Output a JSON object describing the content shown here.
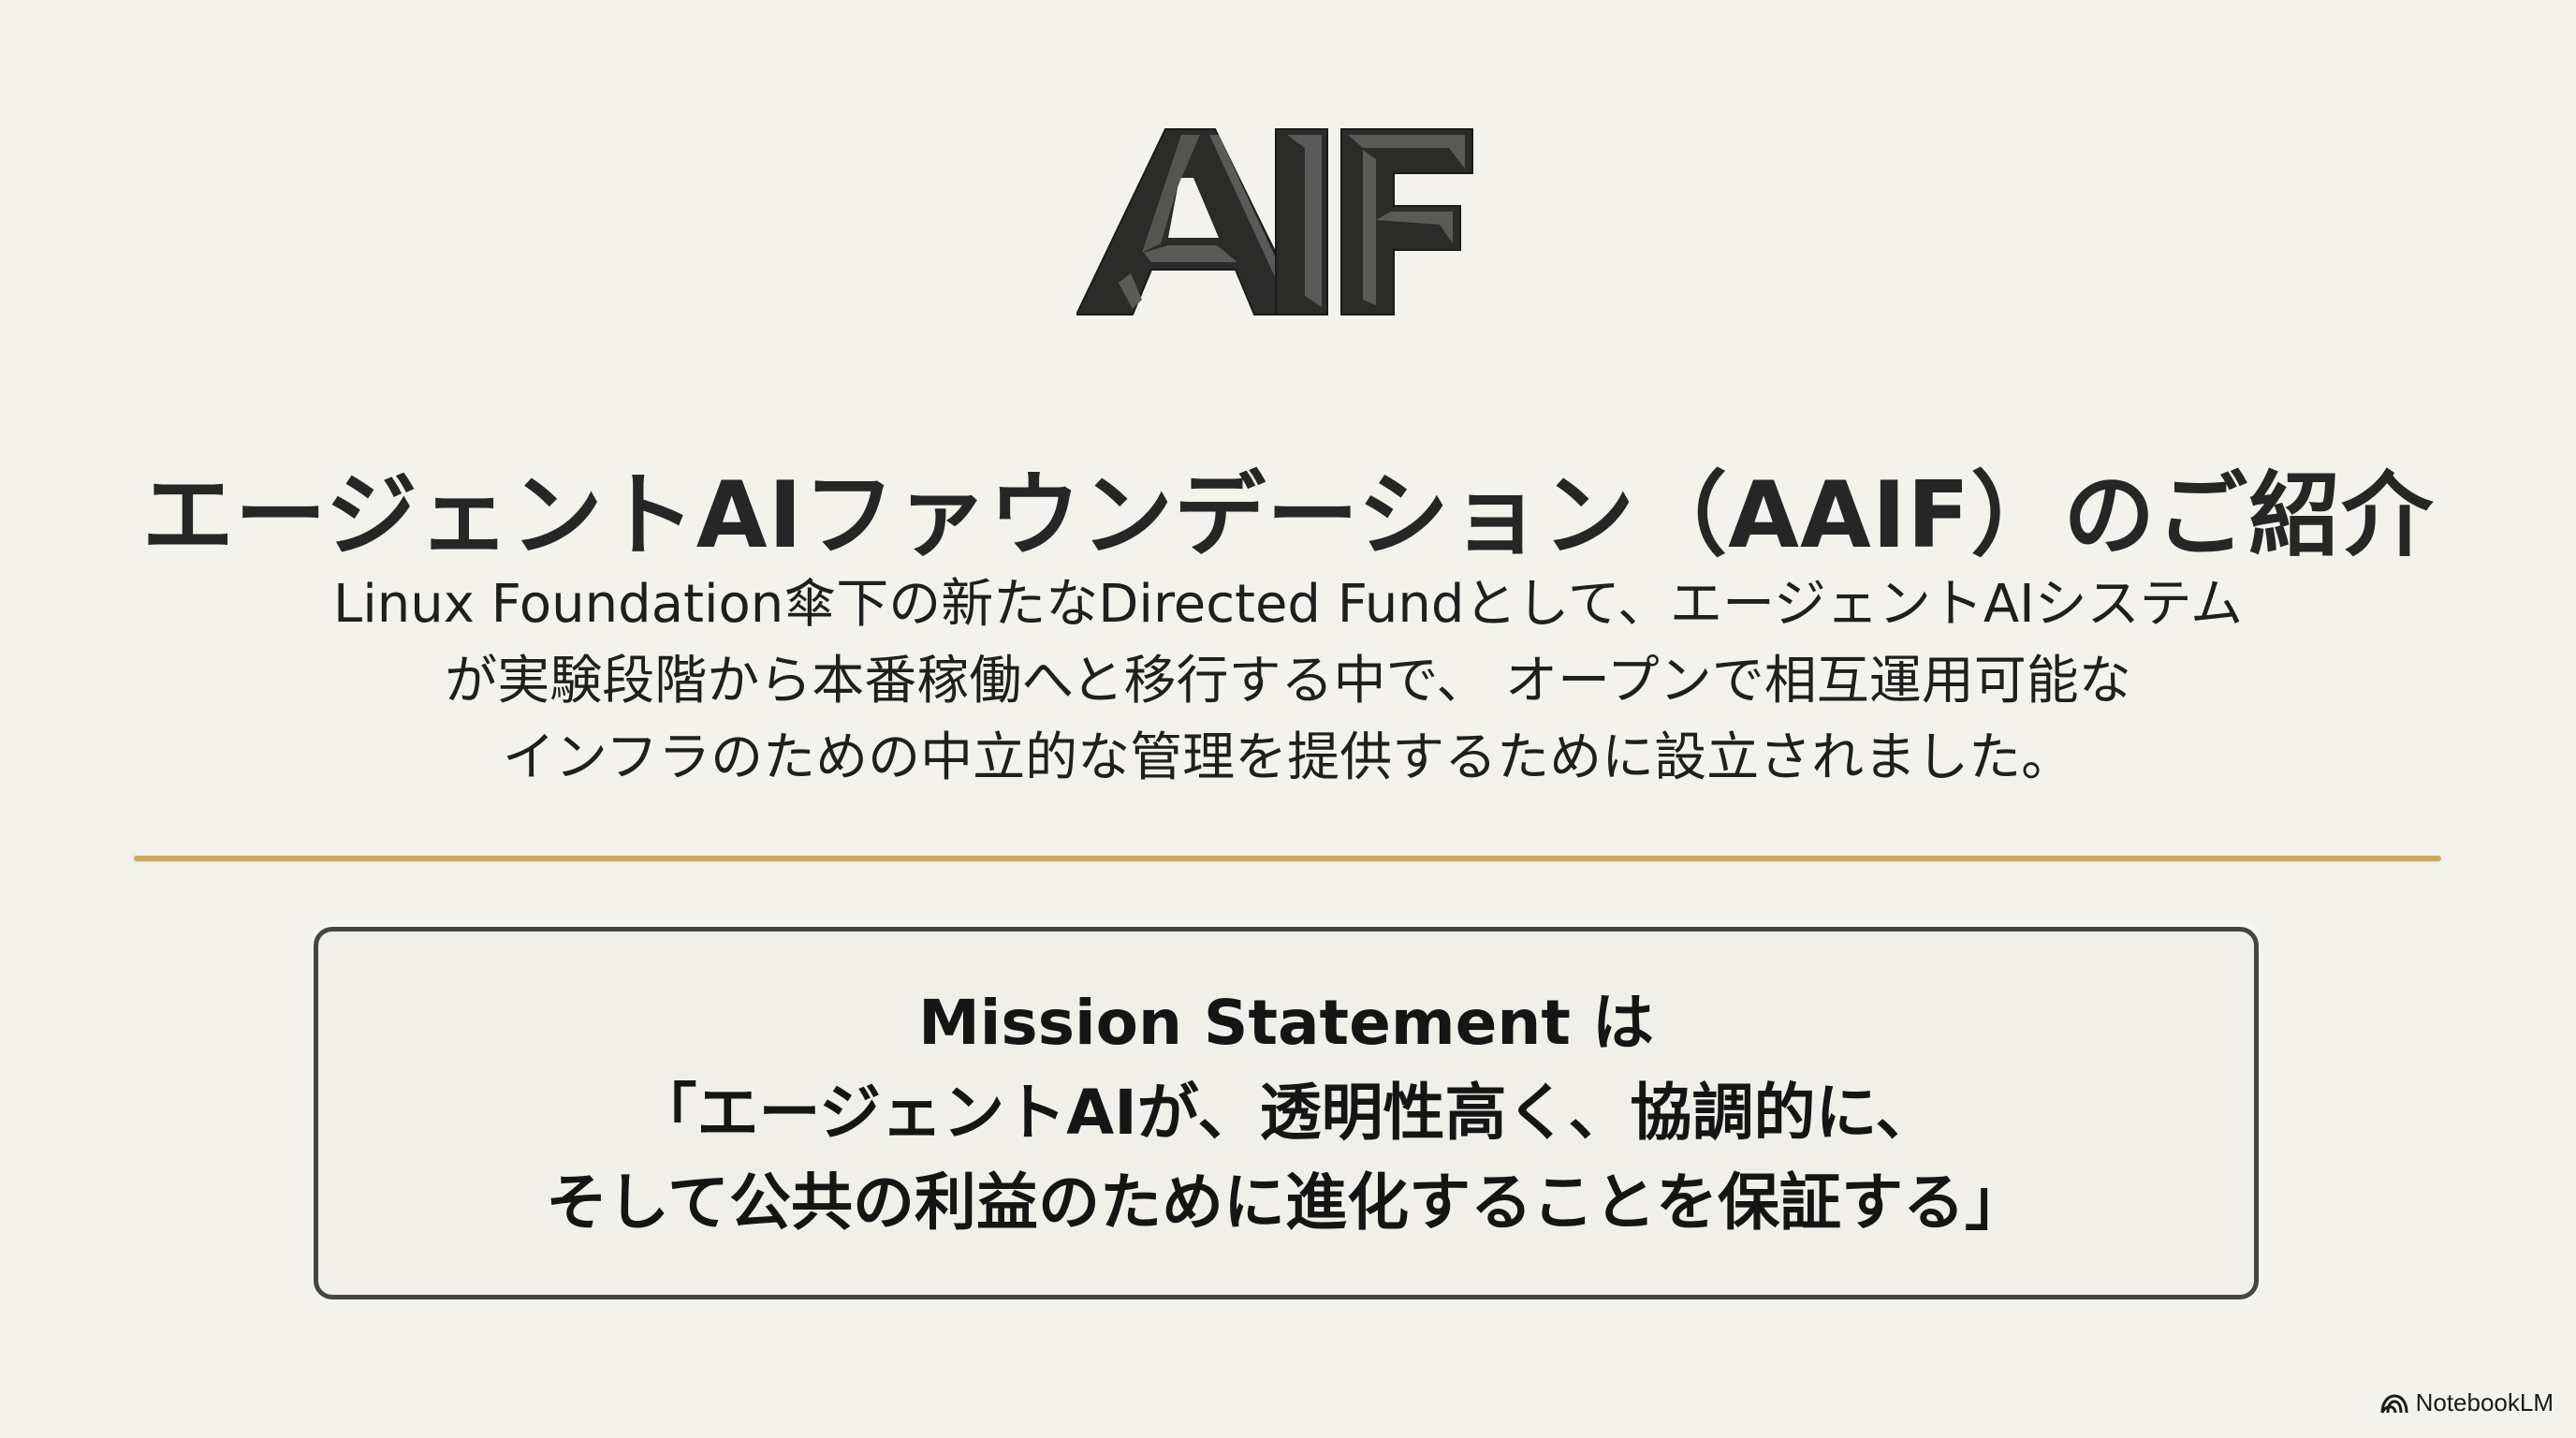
{
  "logo": {
    "text": "AIF",
    "style": "beveled-3d",
    "colors": {
      "dark": "#2b2b2a",
      "light": "#5a5a58"
    }
  },
  "title": "エージェントAIファウンデーション（AAIF）のご紹介",
  "description": {
    "lines": [
      "Linux Foundation傘下の新たなDirected Fundとして、エージェントAIシステム",
      "が実験段階から本番稼働へと移行する中で、 オープンで相互運用可能な",
      "インフラのための中立的な管理を提供するために設立されました。"
    ]
  },
  "divider": {
    "color": "#c9aa5e"
  },
  "mission": {
    "lines": [
      "Mission Statement は",
      "「エージェントAIが、透明性高く、協調的に、",
      "そして公共の利益のために進化することを保証する」"
    ],
    "border_color": "#454543"
  },
  "watermark": {
    "icon": "notebooklm-logo-icon",
    "label": "NotebookLM"
  },
  "colors": {
    "background": "#f3f2ed",
    "text": "#1f1f1f"
  }
}
